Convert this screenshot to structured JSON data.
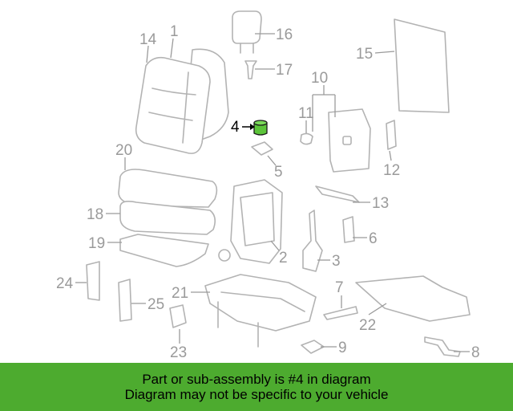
{
  "callouts": {
    "c1": "1",
    "c2": "2",
    "c3": "3",
    "c4": "4",
    "c5": "5",
    "c6": "6",
    "c7": "7",
    "c8": "8",
    "c9": "9",
    "c10": "10",
    "c11": "11",
    "c12": "12",
    "c13": "13",
    "c14": "14",
    "c15": "15",
    "c16": "16",
    "c17": "17",
    "c18": "18",
    "c19": "19",
    "c20": "20",
    "c21": "21",
    "c22": "22",
    "c23": "23",
    "c24": "24",
    "c25": "25"
  },
  "highlight": {
    "part_number": "4",
    "color": "#5cc43a"
  },
  "banner": {
    "line1": "Part or sub-assembly is #4 in diagram",
    "line2": "Diagram may not be specific to your vehicle",
    "color": "#4dab2f"
  }
}
